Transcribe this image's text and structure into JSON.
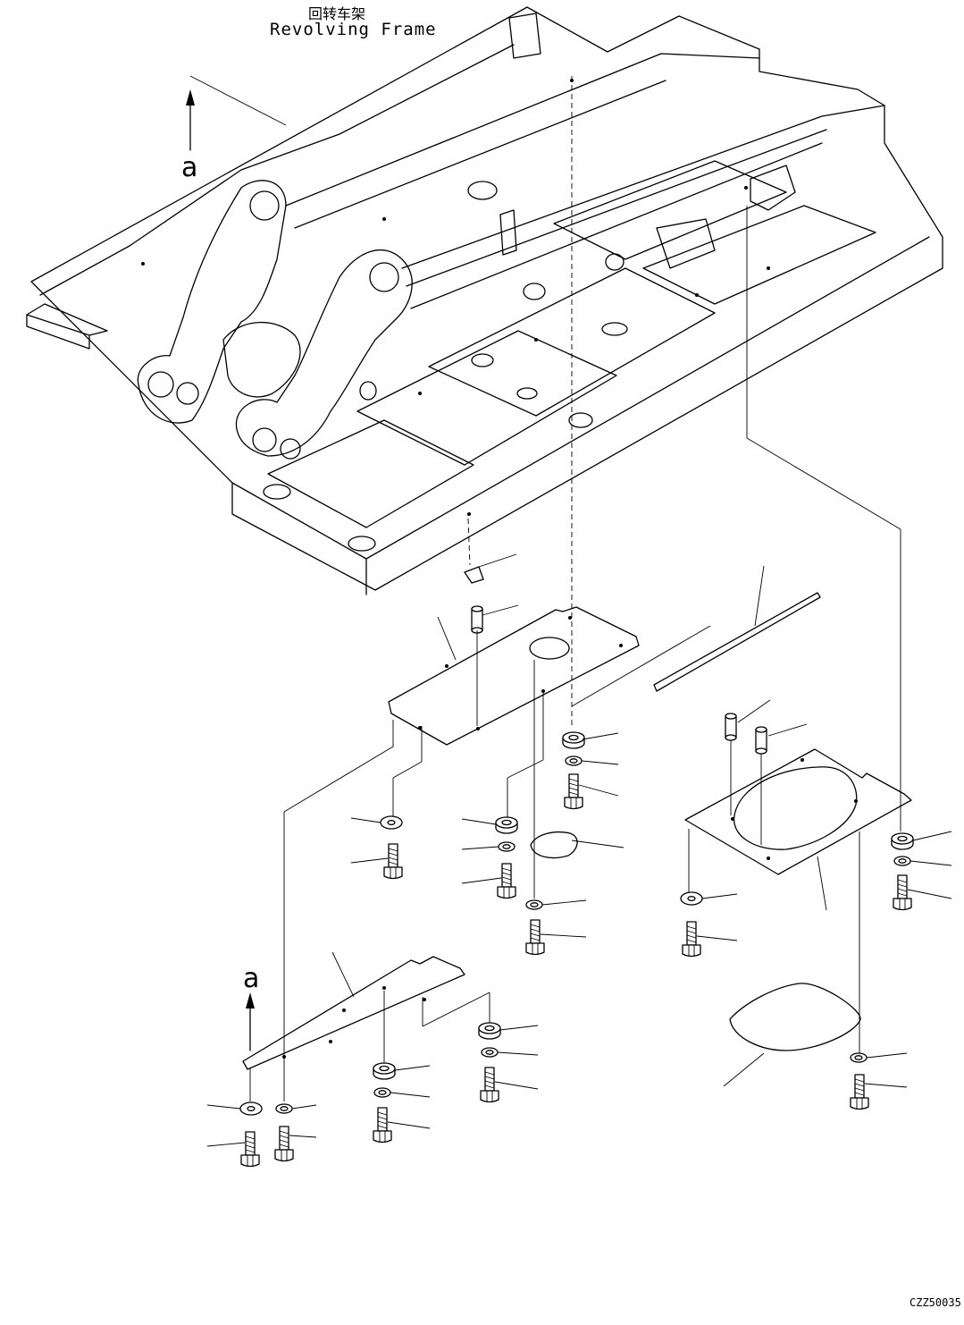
{
  "title": {
    "chinese": "回转车架",
    "english": "Revolving Frame"
  },
  "view_markers": {
    "top": "a",
    "bottom": "a"
  },
  "figure_code": "CZZ50035",
  "icons": [
    "revolving-frame-drawing",
    "cover-plate",
    "bolt",
    "washer",
    "spacer",
    "pin",
    "seal-strip"
  ]
}
